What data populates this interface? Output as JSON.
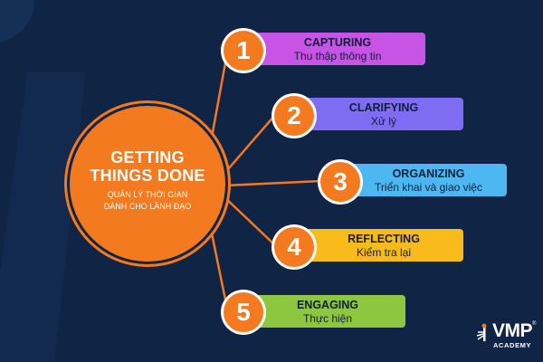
{
  "hub": {
    "title_line1": "GETTING",
    "title_line2": "THINGS DONE",
    "subtitle_line1": "QUẢN LÝ THỜI GIAN",
    "subtitle_line2": "DÀNH CHO LÃNH ĐẠO"
  },
  "steps": [
    {
      "number": "1",
      "title": "CAPTURING",
      "subtitle": "Thu thập thông tin",
      "color": "#c854e6"
    },
    {
      "number": "2",
      "title": "CLARIFYING",
      "subtitle": "Xử lý",
      "color": "#7f6cf3"
    },
    {
      "number": "3",
      "title": "ORGANIZING",
      "subtitle": "Triển khai và giao việc",
      "color": "#4cb7f0"
    },
    {
      "number": "4",
      "title": "REFLECTING",
      "subtitle": "Kiểm tra lại",
      "color": "#f9bb1c"
    },
    {
      "number": "5",
      "title": "ENGAGING",
      "subtitle": "Thực hiện",
      "color": "#8dc63f"
    }
  ],
  "logo": {
    "main": "VMP",
    "reg": "®",
    "sub": "ACADEMY"
  },
  "colors": {
    "background": "#102445",
    "accent": "#f47a20",
    "connector": "#f47a20"
  }
}
